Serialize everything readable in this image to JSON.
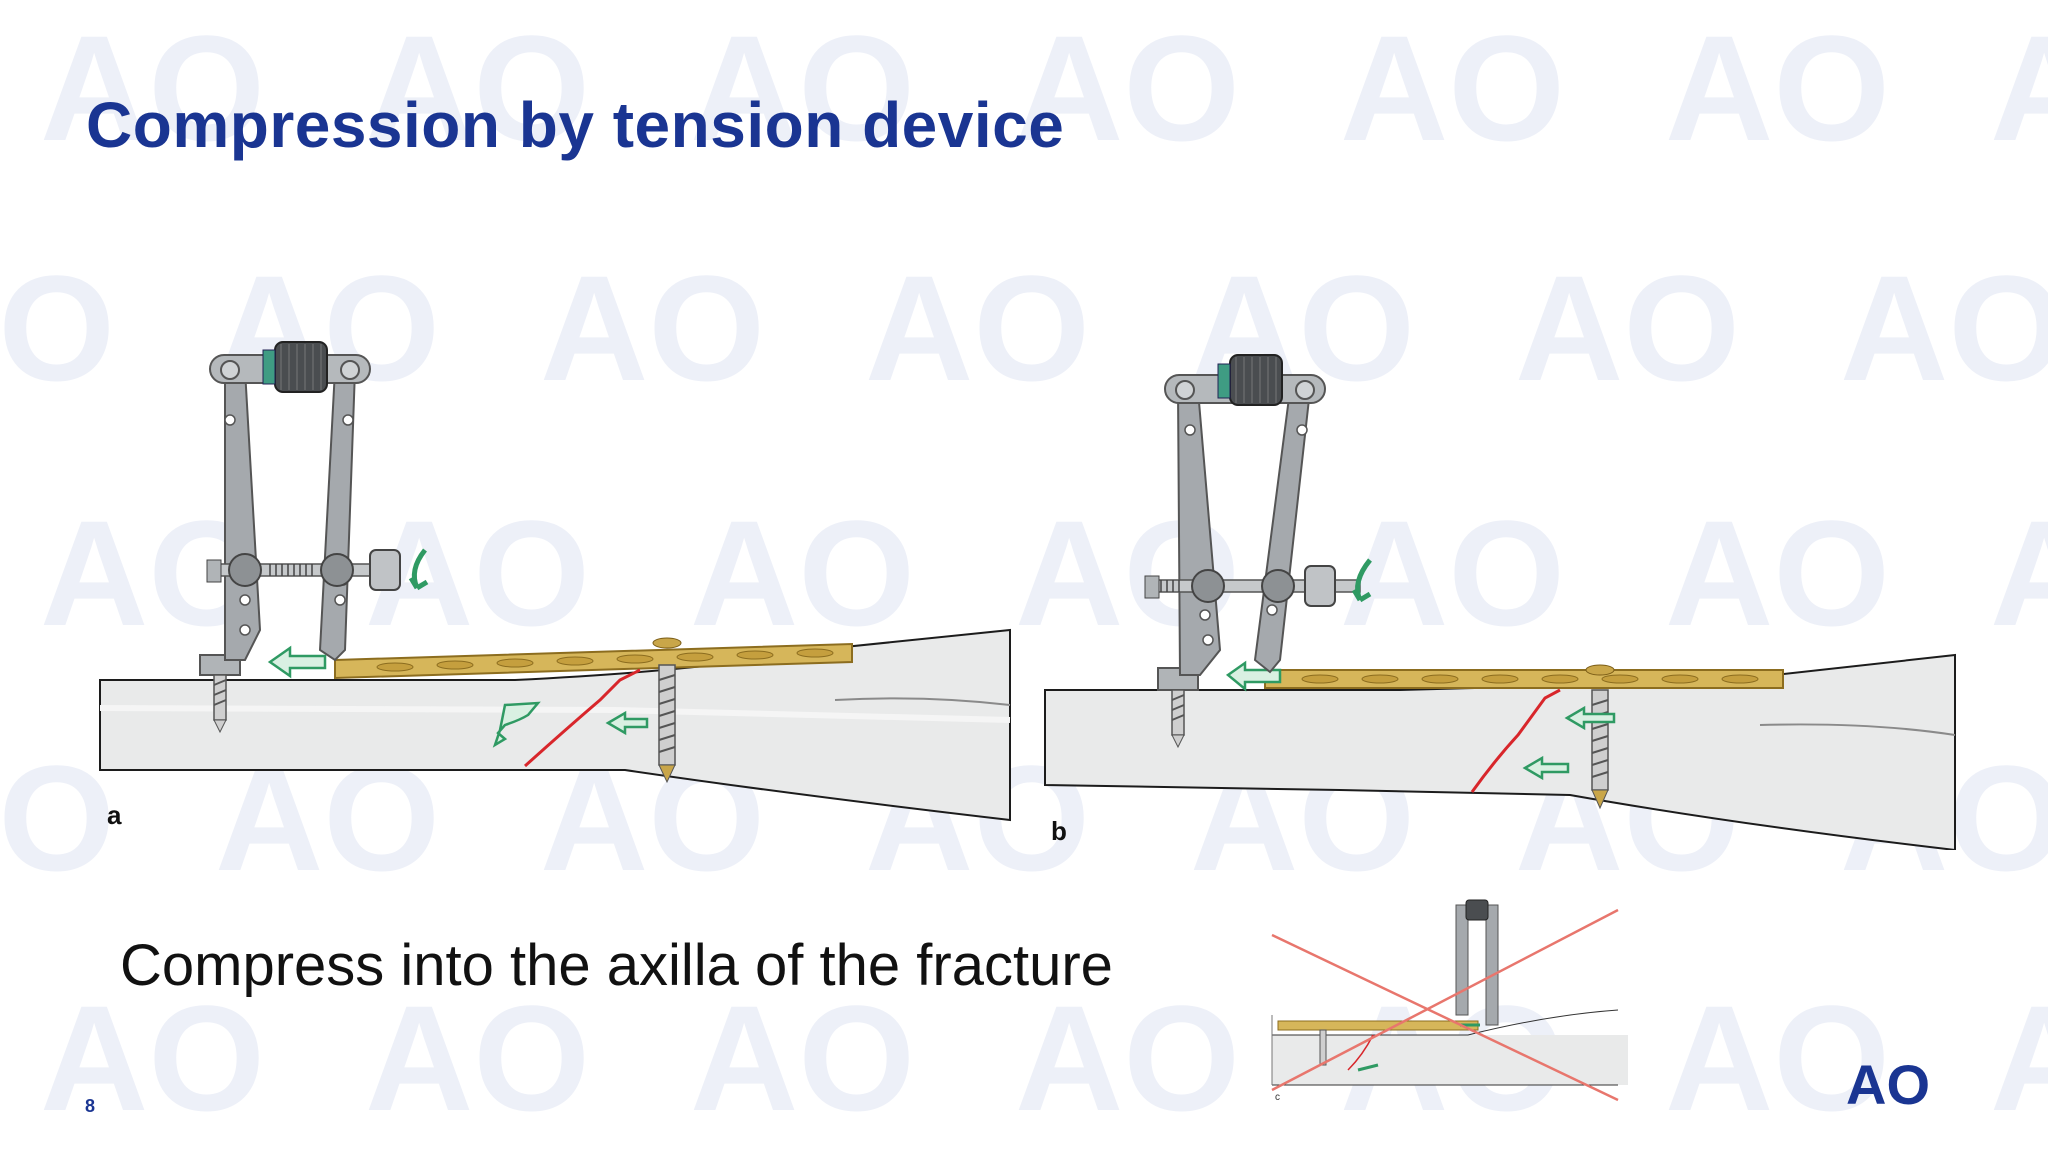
{
  "slide": {
    "title": "Compression by tension device",
    "caption": "Compress into the axilla of the fracture",
    "page_number": "8",
    "logo_text": "AO",
    "watermark_text": "AO"
  },
  "figures": {
    "panel_a_label": "a",
    "panel_b_label": "b",
    "panel_c_label": "c"
  },
  "colors": {
    "title": "#1a3592",
    "bone": "#e9eaea",
    "plate": "#d6b65a",
    "arrow": "#2f9a63",
    "fracture": "#d8262b",
    "cross": "#e8766d",
    "device": "#a5a9ad",
    "watermark": "#edf0f8"
  },
  "icons": {
    "rotation_arrow": "rotation-arrow-icon",
    "push_arrow": "push-arrow-icon",
    "cross_mark": "cross-mark-icon"
  }
}
